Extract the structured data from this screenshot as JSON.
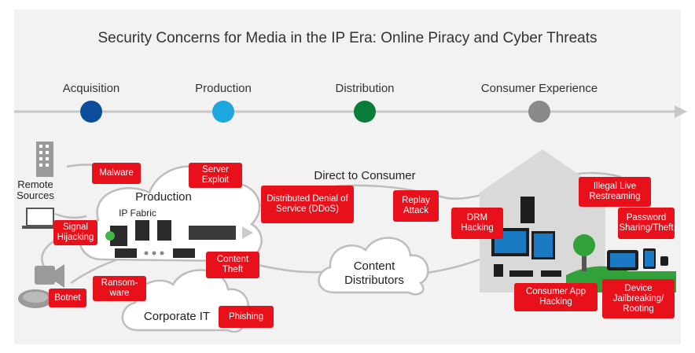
{
  "title": "Security Concerns for Media in the IP Era: Online Piracy and Cyber Threats",
  "stages": [
    {
      "label": "Acquisition",
      "color": "#0a4e9c"
    },
    {
      "label": "Production",
      "color": "#1ea6df"
    },
    {
      "label": "Distribution",
      "color": "#0b7d3a"
    },
    {
      "label": "Consumer Experience",
      "color": "#8a8a8a"
    }
  ],
  "labels": {
    "remote_sources": "Remote Sources",
    "production": "Production",
    "ip_fabric": "IP Fabric",
    "direct_to_consumer": "Direct to Consumer",
    "content_distributors": "Content Distributors",
    "corporate_it": "Corporate IT"
  },
  "threats": {
    "malware": "Malware",
    "server_exploit": "Server Exploit",
    "signal_hijacking": "Signal Hijacking",
    "botnet": "Botnet",
    "ransomware": "Ransom-ware",
    "phishing": "Phishing",
    "content_theft": "Content Theft",
    "ddos": "Distributed Denial of Service (DDoS)",
    "replay_attack": "Replay Attack",
    "drm_hacking": "DRM Hacking",
    "illegal_restreaming": "Illegal Live Restreaming",
    "password_sharing": "Password Sharing/Theft",
    "consumer_app_hacking": "Consumer App Hacking",
    "device_jailbreaking": "Device Jailbreaking/ Rooting"
  },
  "colors": {
    "threat": "#e8101b",
    "timeline": "#c8c8c8",
    "cloud": "#bdbdbd"
  }
}
